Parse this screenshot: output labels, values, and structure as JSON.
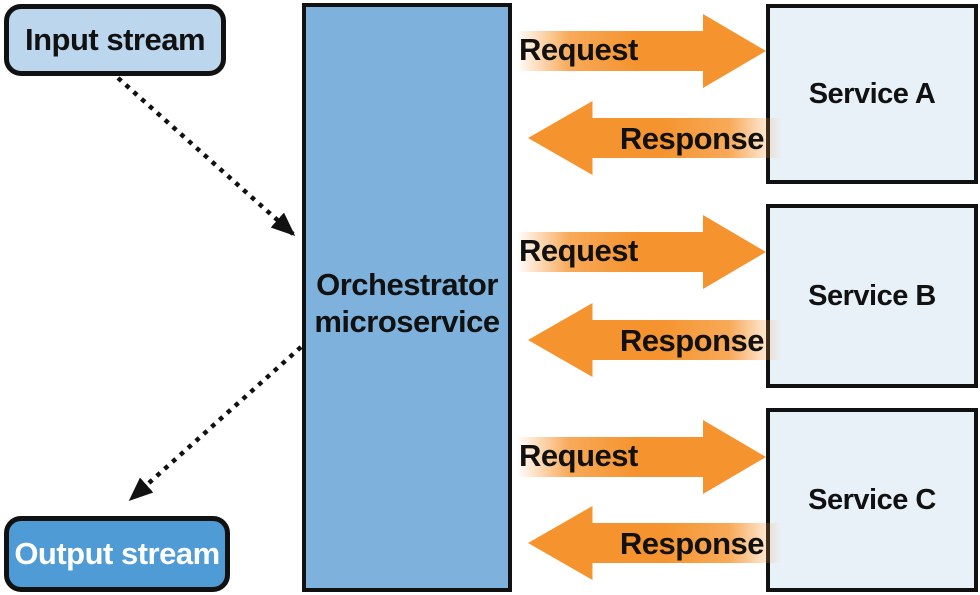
{
  "input_stream": {
    "label": "Input stream"
  },
  "output_stream": {
    "label": "Output stream"
  },
  "orchestrator": {
    "line1": "Orchestrator",
    "line2": "microservice"
  },
  "services": [
    {
      "label": "Service A"
    },
    {
      "label": "Service B"
    },
    {
      "label": "Service C"
    }
  ],
  "labels": {
    "request": "Request",
    "response": "Response"
  },
  "colors": {
    "arrow_orange": "#F5942F",
    "input_fill": "#BCD6EE",
    "orchestrator_fill": "#7EB2DC",
    "service_fill": "#E8F0F8",
    "output_fill": "#4E9BD5",
    "line_black": "#111111"
  }
}
